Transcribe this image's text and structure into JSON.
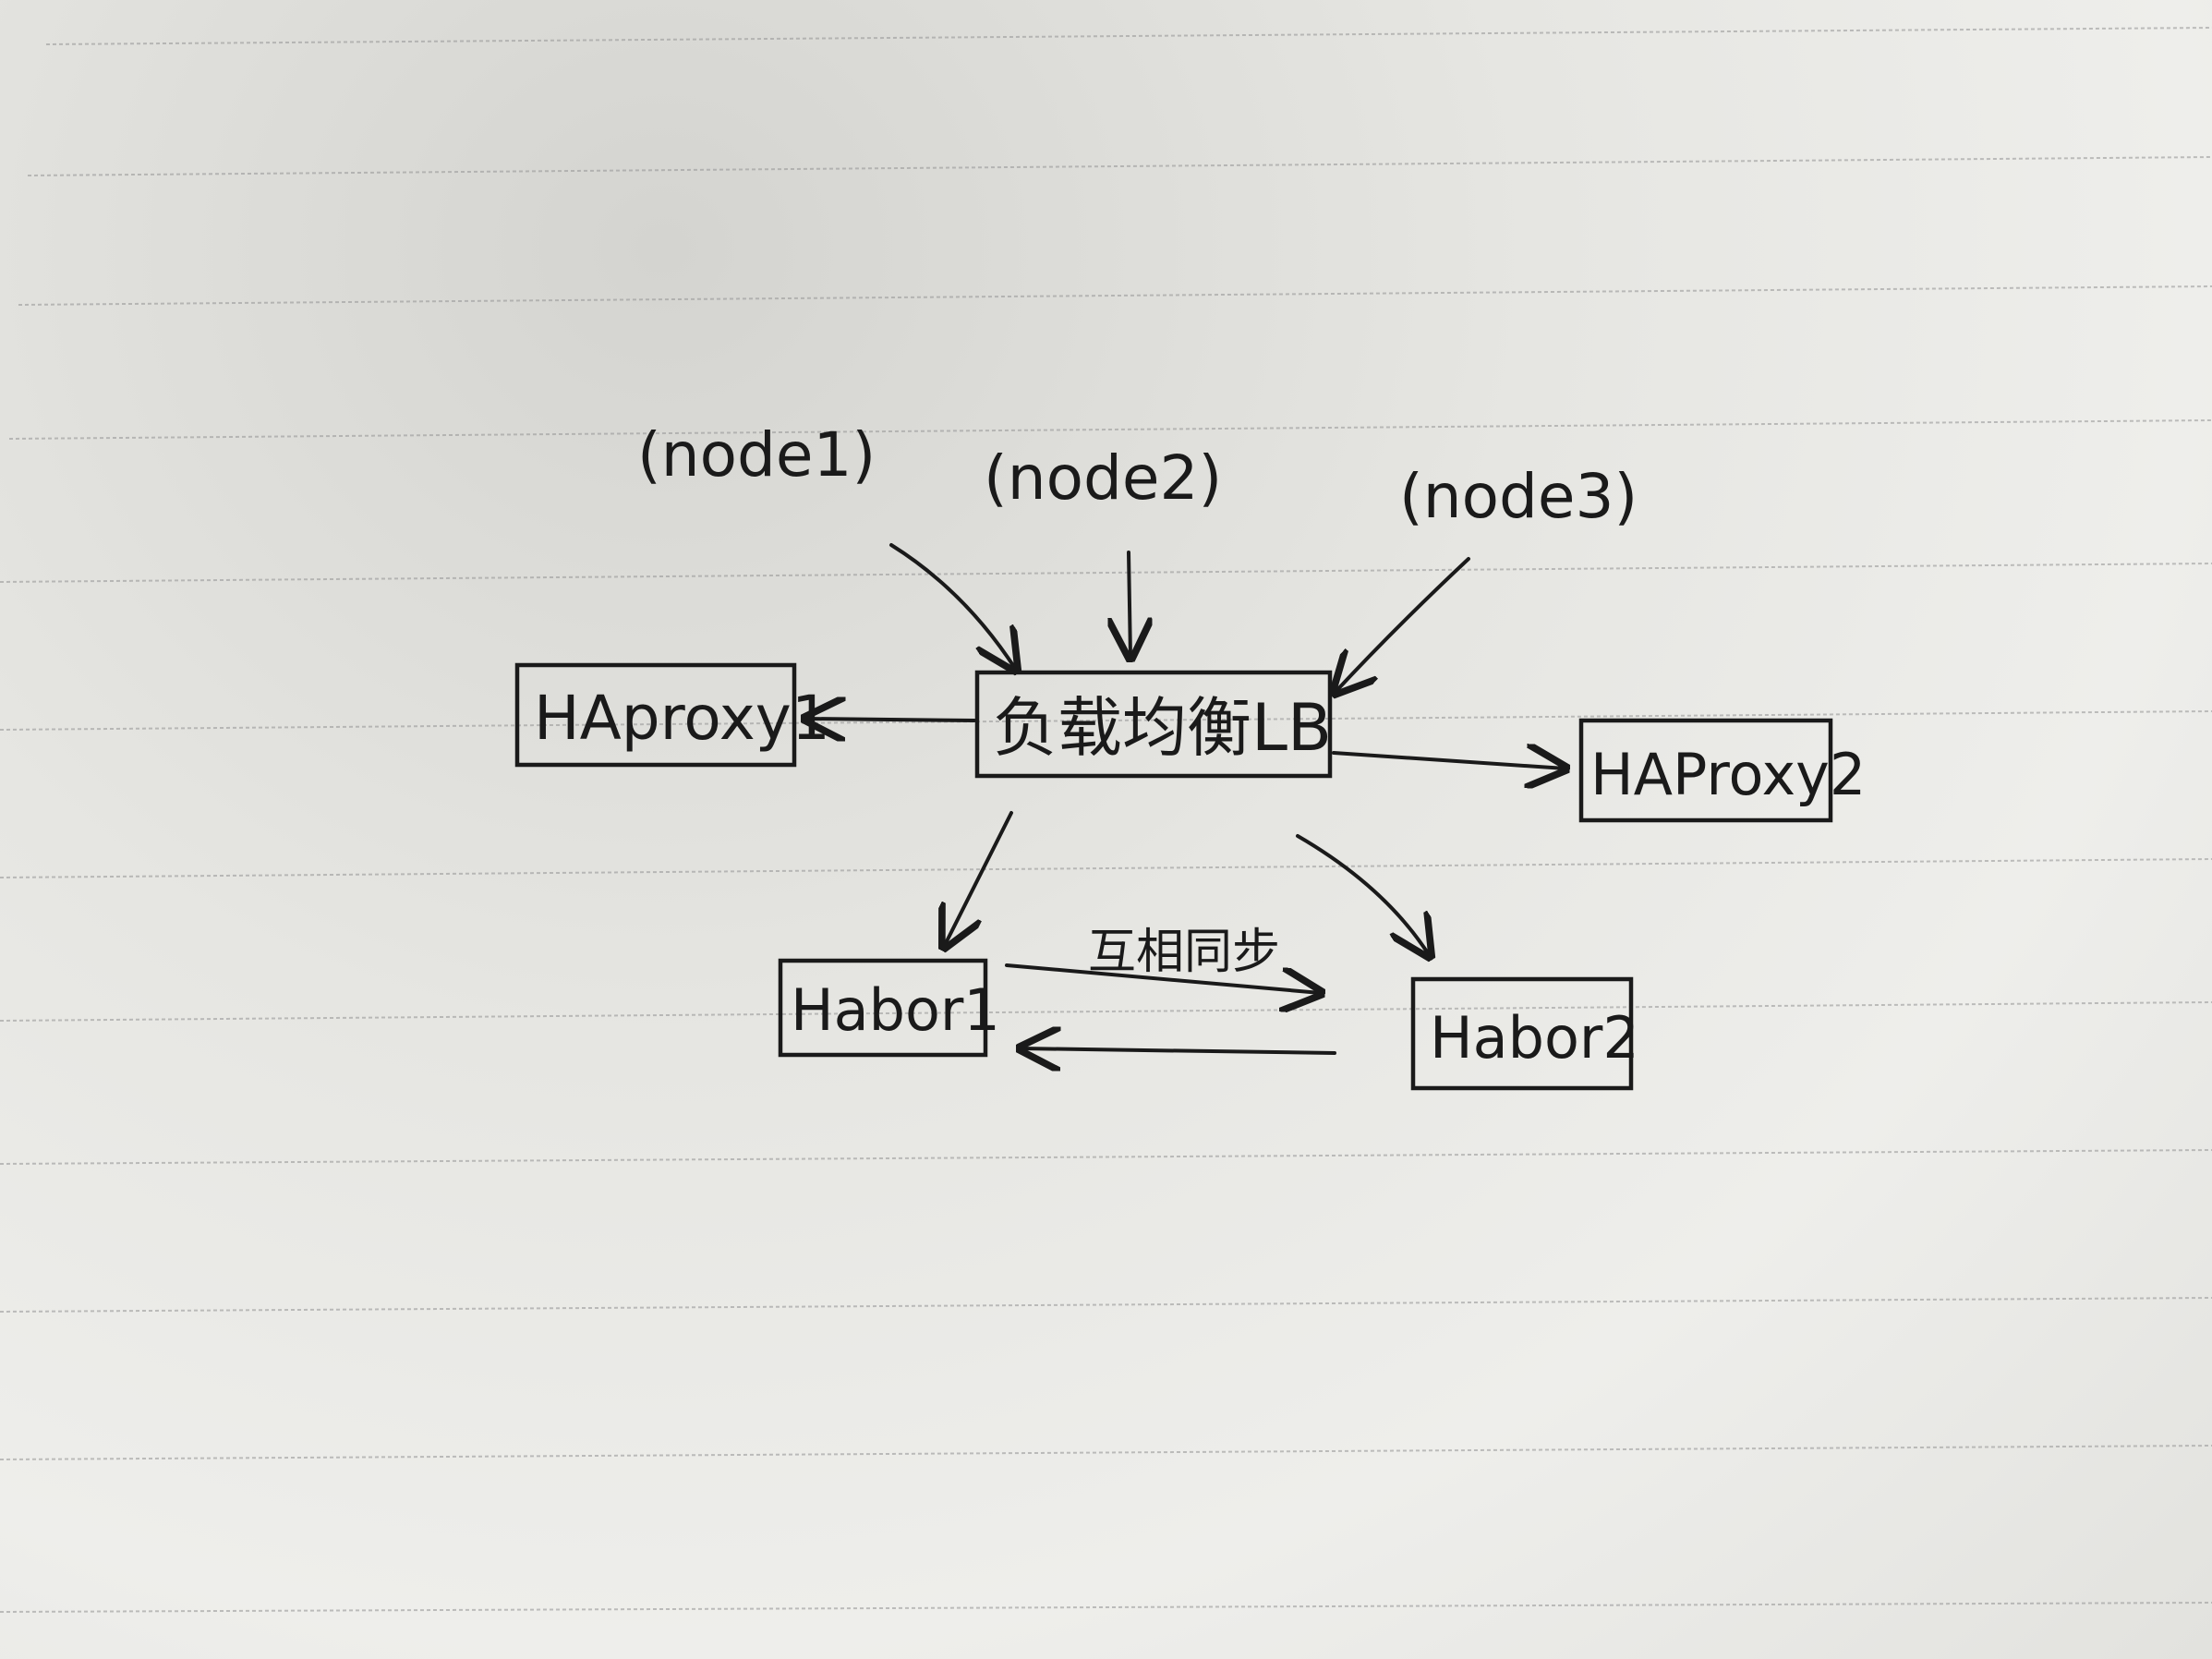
{
  "diagram": {
    "nodes": {
      "node1": "(node1)",
      "node2": "(node2)",
      "node3": "(node3)",
      "lb": "负载均衡LB",
      "haproxy1": "HAproxy1",
      "haproxy2": "HAProxy2",
      "habor1": "Habor1",
      "habor2": "Habor2"
    },
    "edges": {
      "sync_label": "互相同步"
    }
  }
}
